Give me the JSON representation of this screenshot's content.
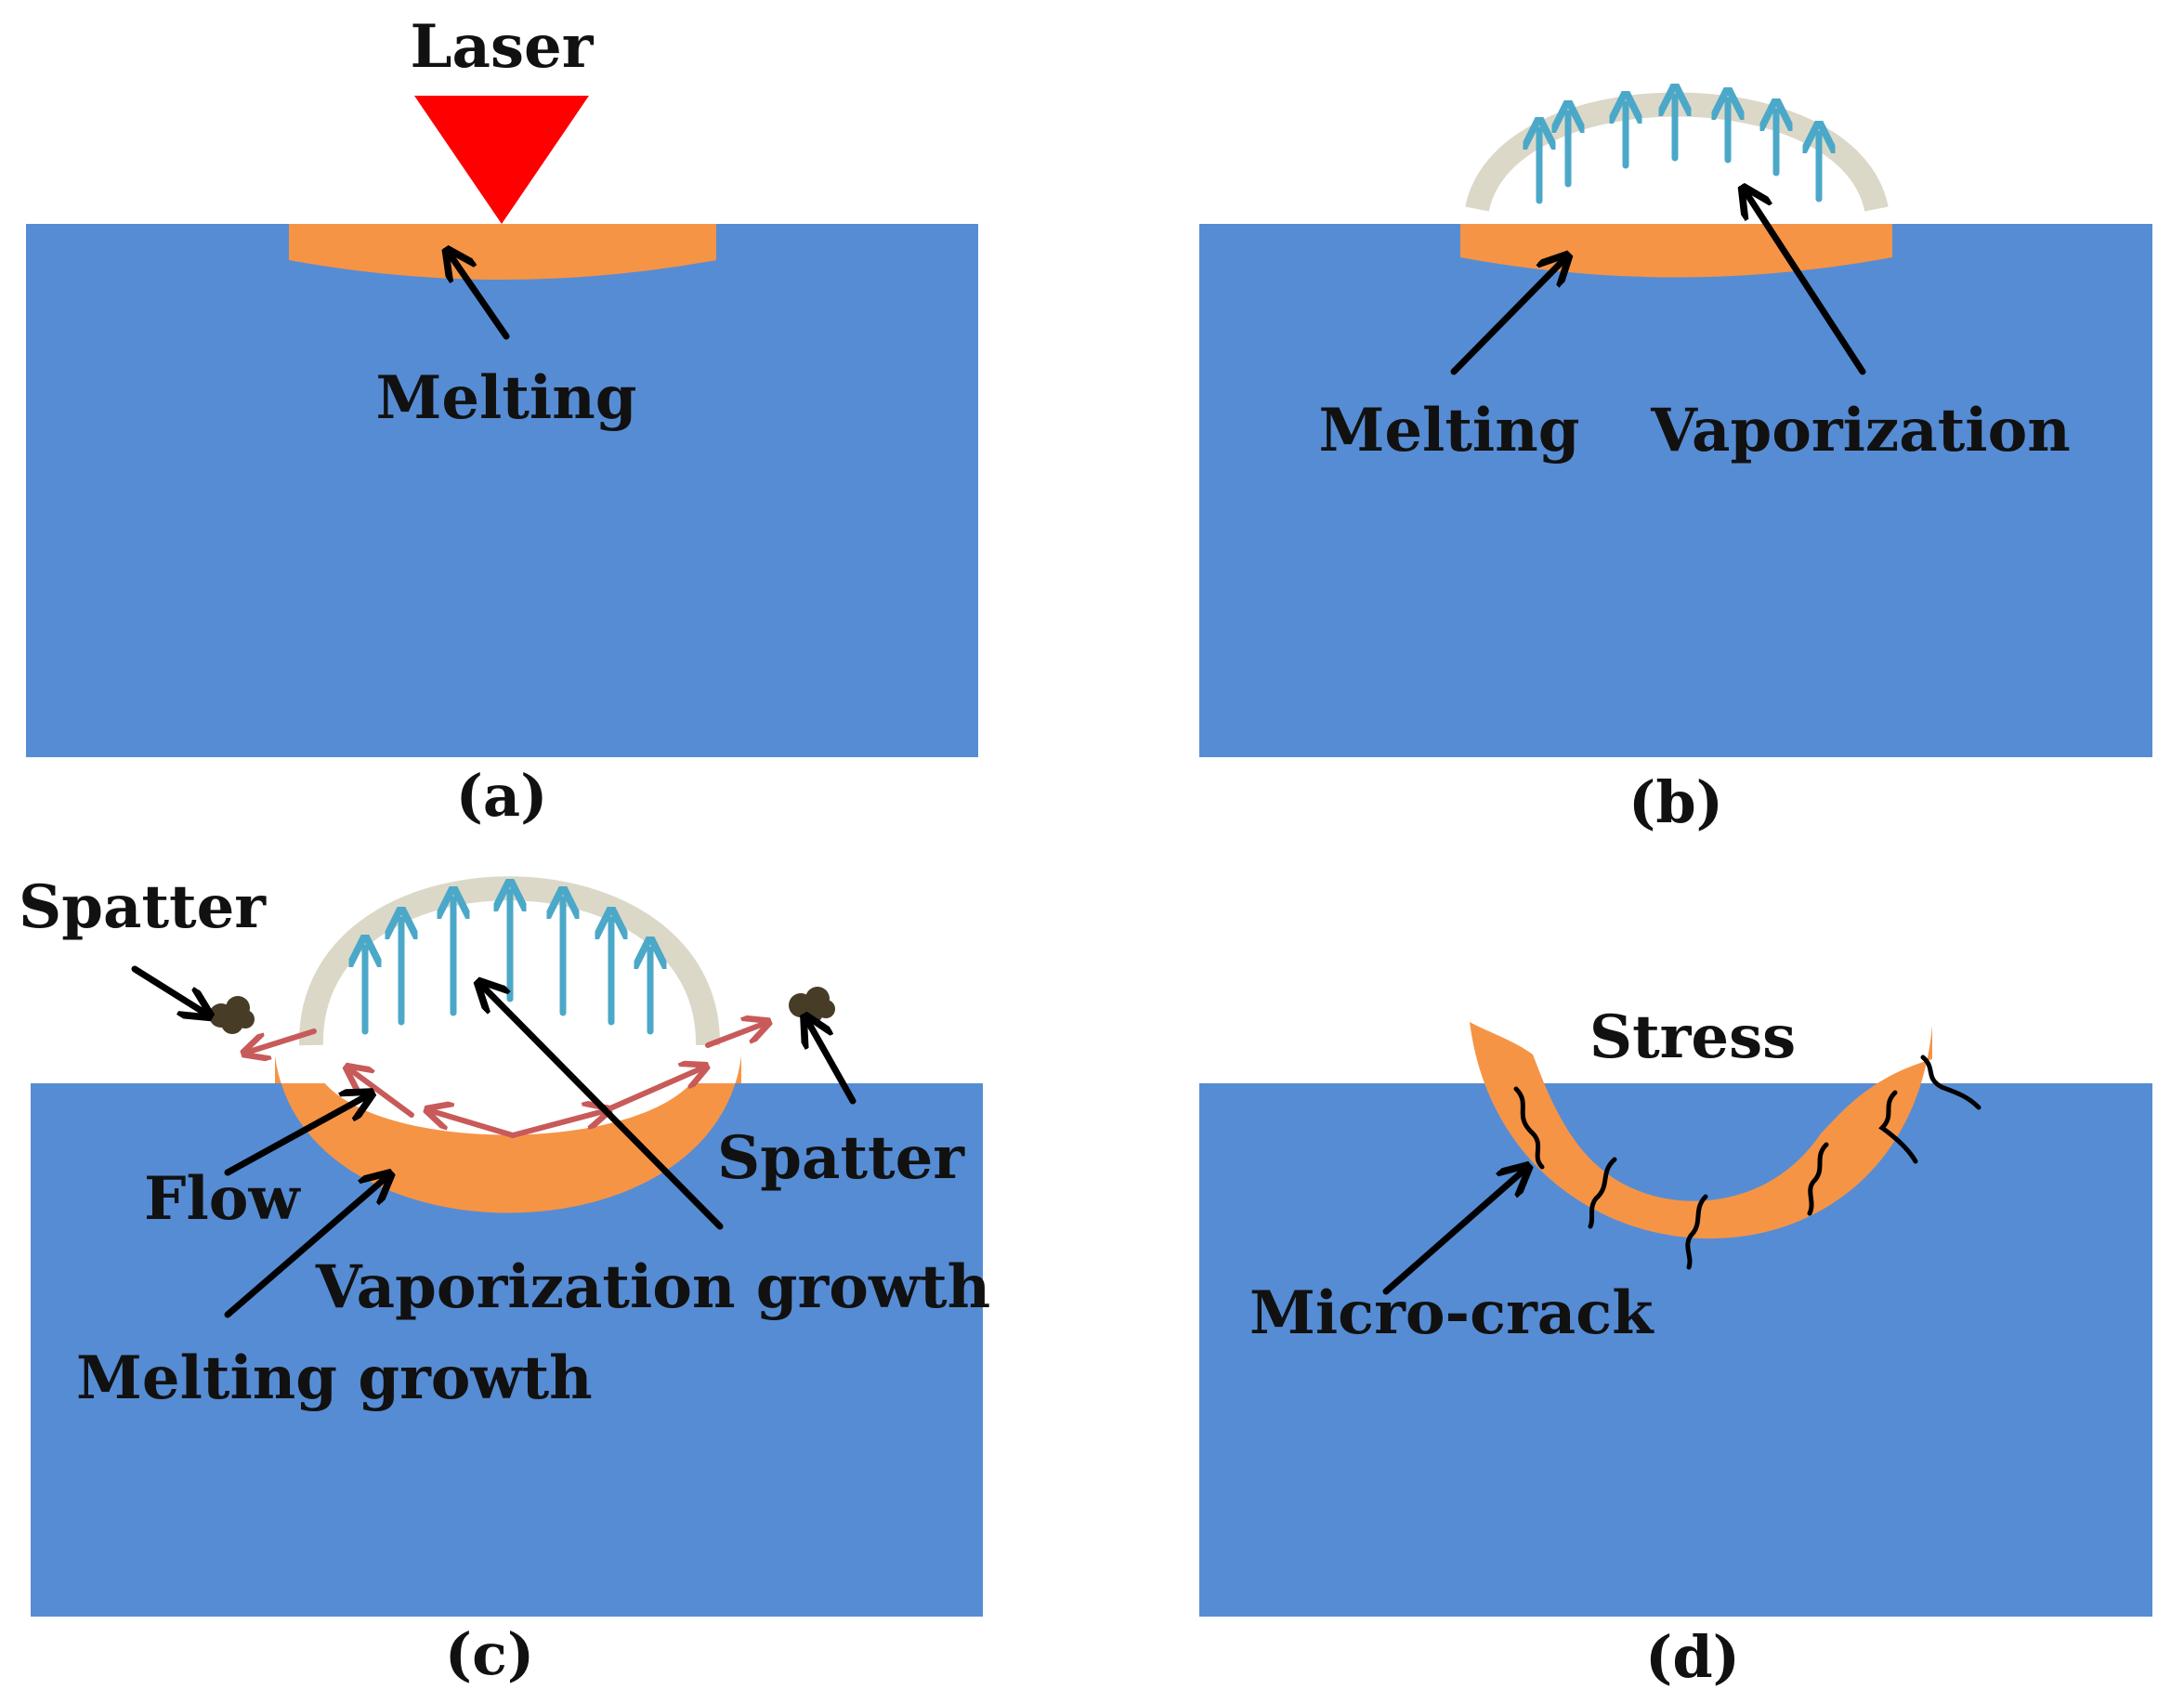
{
  "colors": {
    "substrate": "#568cd4",
    "molten": "#f69446",
    "laser": "#ff0000",
    "vapor_dome": "#dcd8c8",
    "vapor_arrow": "#4ba8c8",
    "flow_arrow": "#c85a5a",
    "spatter": "#473c26",
    "pointer": "#000000",
    "background": "#ffffff"
  },
  "icons": {
    "laser": "laser-triangle-icon",
    "vapor": "up-arrow-icon",
    "flow": "red-arrow-icon",
    "spatter": "spatter-particle-icon",
    "crack": "crack-line-icon"
  },
  "panels": {
    "a": {
      "caption": "(a)",
      "labels": {
        "laser": "Laser",
        "melting": "Melting"
      }
    },
    "b": {
      "caption": "(b)",
      "labels": {
        "melting": "Melting",
        "vaporization": "Vaporization"
      }
    },
    "c": {
      "caption": "(c)",
      "labels": {
        "spatter_left": "Spatter",
        "spatter_right": "Spatter",
        "flow": "Flow",
        "vaporization_growth": "Vaporization growth",
        "melting_growth": "Melting growth"
      }
    },
    "d": {
      "caption": "(d)",
      "labels": {
        "stress": "Stress",
        "micro_crack": "Micro-crack"
      }
    }
  }
}
